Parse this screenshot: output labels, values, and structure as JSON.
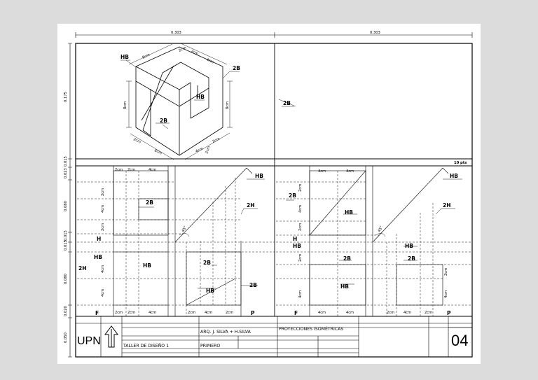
{
  "top_dims": {
    "left": "0.303",
    "right": "0.303"
  },
  "side_dims": {
    "d1": "0.175",
    "d2": "0.015",
    "d3": "0.023",
    "d4": "0.080",
    "d5": "0.015",
    "d6": "0.015",
    "d7": "0.080",
    "d8": "0.020",
    "d9": "0.050"
  },
  "iso_labels": {
    "hb_top": "HB",
    "hb_mid": "HB",
    "b2_right": "2B",
    "b2_left": "2B",
    "d_8cm_top": "8cm",
    "d_2cm_a": "2cm",
    "d_2cm_b": "2cm",
    "d_4cm_top": "4cm",
    "d_8cm_left": "8cm",
    "d_8cm_right": "8cm",
    "d_2cm_bl": "2cm",
    "d_6cm": "6cm",
    "d_4cm_br": "4cm",
    "d_2cm_br": "2cm",
    "d_2cm_rr": "2cm"
  },
  "upper_right_label": "2B",
  "line_weight_note": "10 pts",
  "ortho_left": {
    "hb_diag": "HB",
    "h2": "2H",
    "b2_top": "2B",
    "h": "H",
    "hb_mid": "HB",
    "h2_left": "2H",
    "hb_front": "HB",
    "b2_side": "2B",
    "hb_side": "HB",
    "b2_side_out": "2B",
    "f": "F",
    "p": "P",
    "top_dims": [
      "2cm",
      "2cm",
      "4cm"
    ],
    "bot_dims": [
      "2cm",
      "2cm",
      "4cm",
      "2cm",
      "4cm",
      "2cm"
    ],
    "v_dims": [
      "2cm",
      "4cm",
      "2cm",
      "4cm",
      "4cm"
    ],
    "angle": "45°"
  },
  "ortho_right": {
    "b2_top": "2B",
    "hb_top": "HB",
    "hb_diag": "HB",
    "h2": "2H",
    "h": "H",
    "hb_mid": "HB",
    "hb_side": "HB",
    "b2_front": "2B",
    "b2_side": "2B",
    "hb_front": "HB",
    "f": "F",
    "p": "P",
    "top_dims": [
      "4cm",
      "4cm"
    ],
    "bot_dims": [
      "4cm",
      "4cm",
      "2cm",
      "4cm",
      "2cm"
    ],
    "v_dims": [
      "2cm",
      "4cm",
      "2cm",
      "2cm",
      "4cm",
      "2cm",
      "4cm"
    ],
    "angle": "45°"
  },
  "title_block": {
    "logo": "UPN",
    "authors": "ARQ. J. SILVA + H.SILVA",
    "title": "PROYECCIONES ISOMÉTRICAS",
    "course": "TALLER DE DISEÑO 1",
    "cycle": "PRIMERO",
    "sheet_no": "04",
    "north_icon": "north-arrow-icon"
  }
}
